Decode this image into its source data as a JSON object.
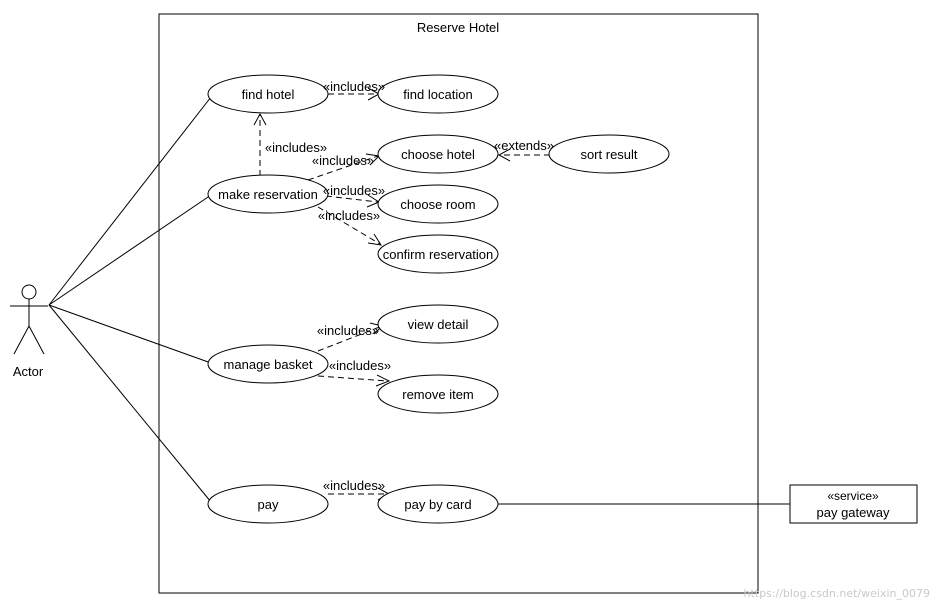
{
  "diagram": {
    "system_title": "Reserve Hotel",
    "actor_label": "Actor",
    "use_cases": {
      "find_hotel": "find hotel",
      "find_location": "find location",
      "make_reservation": "make reservation",
      "choose_hotel": "choose hotel",
      "sort_result": "sort result",
      "choose_room": "choose room",
      "confirm_reservation": "confirm reservation",
      "manage_basket": "manage basket",
      "view_detail": "view detail",
      "remove_item": "remove item",
      "pay": "pay",
      "pay_by_card": "pay by card"
    },
    "relations": {
      "includes": "«includes»",
      "extends": "«extends»"
    },
    "external": {
      "stereotype": "«service»",
      "name": "pay gateway"
    },
    "watermark": "https://blog.csdn.net/weixin_0079"
  }
}
